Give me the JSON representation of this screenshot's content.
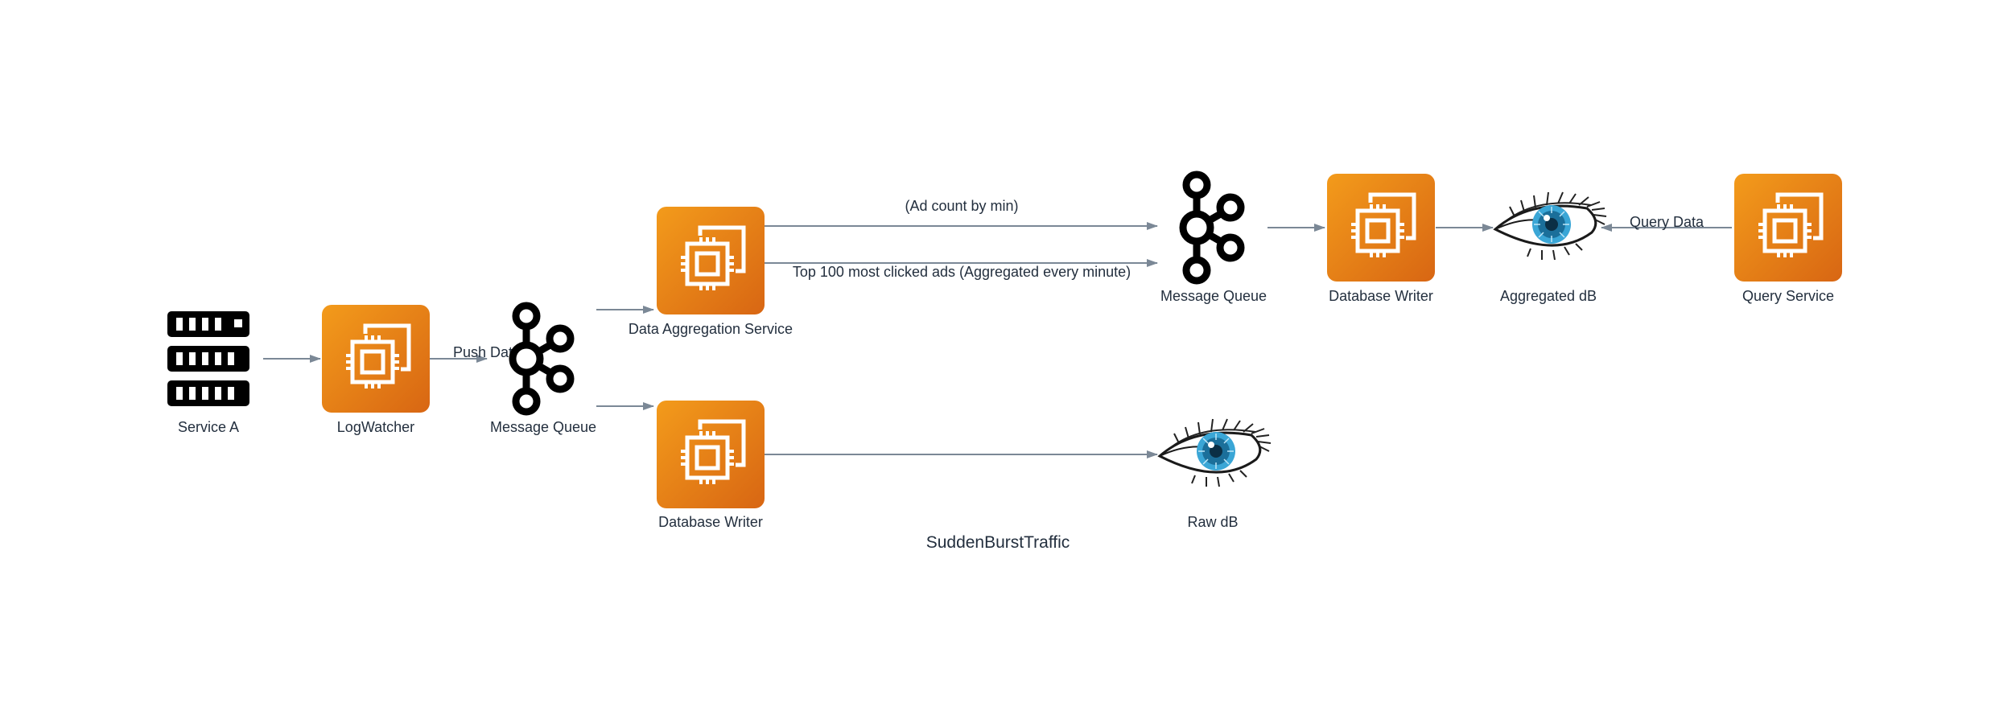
{
  "diagram": {
    "title": "SuddenBurstTraffic",
    "colors": {
      "compute_top": "#f39b1b",
      "compute_bottom": "#d86613",
      "edge": "#7b8896",
      "text": "#232f3e",
      "eye_iris": "#3aa6d6"
    },
    "nodes": {
      "service_a": {
        "label": "Service A",
        "icon": "server-rack-icon"
      },
      "logwatcher": {
        "label": "LogWatcher",
        "icon": "ec2-compute-icon"
      },
      "mq1": {
        "label": "Message Queue",
        "icon": "kafka-icon"
      },
      "aggregation": {
        "label": "Data Aggregation Service",
        "icon": "ec2-compute-icon"
      },
      "db_writer_raw": {
        "label": "Database Writer",
        "icon": "ec2-compute-icon"
      },
      "mq2": {
        "label": "Message Queue",
        "icon": "kafka-icon"
      },
      "db_writer_agg": {
        "label": "Database Writer",
        "icon": "ec2-compute-icon"
      },
      "aggregated_db": {
        "label": "Aggregated dB",
        "icon": "cassandra-eye-icon"
      },
      "query_service": {
        "label": "Query Service",
        "icon": "ec2-compute-icon"
      },
      "raw_db": {
        "label": "Raw dB",
        "icon": "cassandra-eye-icon"
      }
    },
    "edges": {
      "push_data": "Push Data",
      "ad_count": "(Ad count by min)",
      "top_100": "Top 100 most clicked ads (Aggregated every minute)",
      "query_data": "Query Data"
    }
  }
}
